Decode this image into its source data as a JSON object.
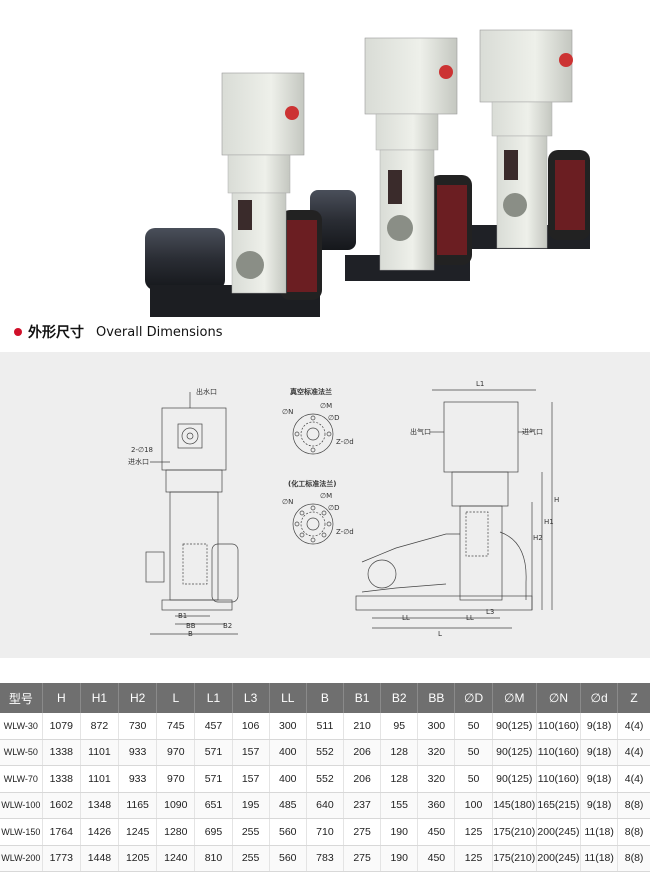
{
  "section": {
    "title_cn": "外形尺寸",
    "title_en": "Overall Dimensions"
  },
  "drawing_labels": {
    "water_outlet": "出水口",
    "water_inlet": "进水口",
    "bolt_spec": "2-∅18",
    "vacuum_flange": "真空标准法兰",
    "chem_flange": "(化工标准法兰)",
    "gas_outlet": "出气口",
    "gas_inlet": "进气口",
    "N": "∅N",
    "M": "∅M",
    "D": "∅D",
    "Zd": "Z-∅d",
    "L1": "L1",
    "H": "H",
    "H1": "H1",
    "H2": "H2",
    "B": "B",
    "B1": "B1",
    "B2": "B2",
    "BB": "BB",
    "L": "L",
    "LL": "LL",
    "L3": "L3"
  },
  "table": {
    "headers": [
      "型号",
      "H",
      "H1",
      "H2",
      "L",
      "L1",
      "L3",
      "LL",
      "B",
      "B1",
      "B2",
      "BB",
      "∅D",
      "∅M",
      "∅N",
      "∅d",
      "Z"
    ],
    "rows": [
      [
        "WLW-30",
        "1079",
        "872",
        "730",
        "745",
        "457",
        "106",
        "300",
        "511",
        "210",
        "95",
        "300",
        "50",
        "90(125)",
        "110(160)",
        "9(18)",
        "4(4)"
      ],
      [
        "WLW-50",
        "1338",
        "1101",
        "933",
        "970",
        "571",
        "157",
        "400",
        "552",
        "206",
        "128",
        "320",
        "50",
        "90(125)",
        "110(160)",
        "9(18)",
        "4(4)"
      ],
      [
        "WLW-70",
        "1338",
        "1101",
        "933",
        "970",
        "571",
        "157",
        "400",
        "552",
        "206",
        "128",
        "320",
        "50",
        "90(125)",
        "110(160)",
        "9(18)",
        "4(4)"
      ],
      [
        "WLW-100",
        "1602",
        "1348",
        "1165",
        "1090",
        "651",
        "195",
        "485",
        "640",
        "237",
        "155",
        "360",
        "100",
        "145(180)",
        "165(215)",
        "9(18)",
        "8(8)"
      ],
      [
        "WLW-150",
        "1764",
        "1426",
        "1245",
        "1280",
        "695",
        "255",
        "560",
        "710",
        "275",
        "190",
        "450",
        "125",
        "175(210)",
        "200(245)",
        "11(18)",
        "8(8)"
      ],
      [
        "WLW-200",
        "1773",
        "1448",
        "1205",
        "1240",
        "810",
        "255",
        "560",
        "783",
        "275",
        "190",
        "450",
        "125",
        "175(210)",
        "200(245)",
        "11(18)",
        "8(8)"
      ]
    ]
  }
}
